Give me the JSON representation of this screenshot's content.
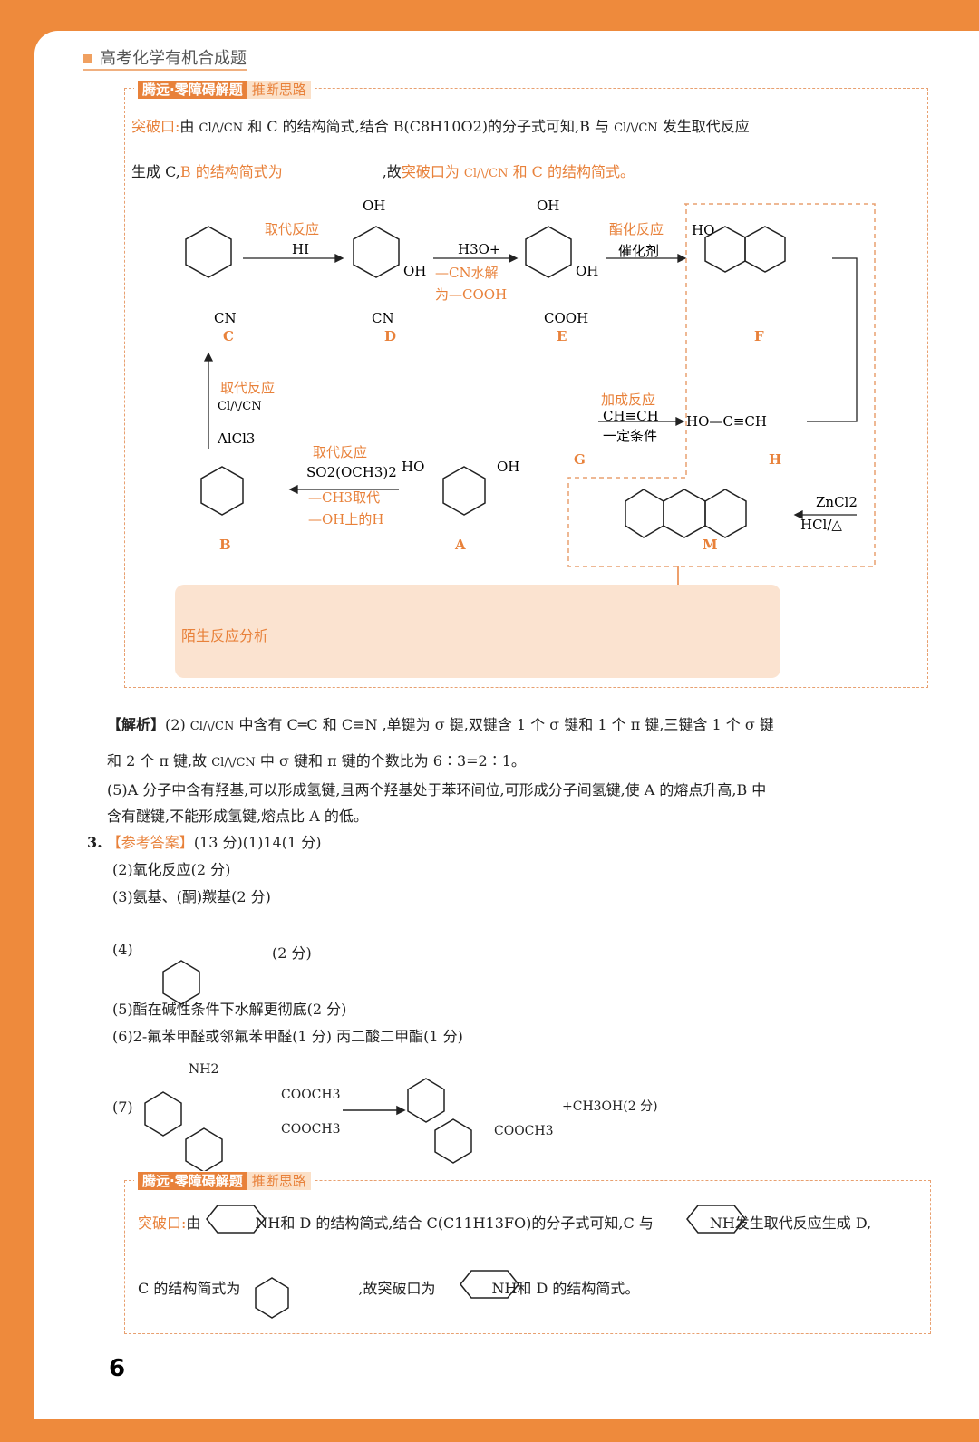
{
  "header": {
    "title": "高考化学有机合成题"
  },
  "tag": {
    "brand": "腾远·零障碍解题",
    "label": "推断思路"
  },
  "section1": {
    "line1_prefix": "突破口:",
    "line1_a": "由",
    "reagent": "Cl/\\/CN",
    "line1_b": "和 C 的结构简式,结合 B(C8H10O2)的分子式可知,B 与",
    "line1_c": "发生取代反应",
    "line2_a": "生成 C,",
    "line2_b": "B 的结构简式为",
    "line2_c": ",故",
    "line2_d": "突破口为",
    "line2_e": "和 C 的结构简式。"
  },
  "scheme": {
    "steps": [
      {
        "name": "取代反应",
        "reagent": "HI"
      },
      {
        "name": "H3O+",
        "reagent": "—CN水解",
        "extra": "为—COOH"
      },
      {
        "name": "酯化反应",
        "reagent": "催化剂"
      },
      {
        "name": "取代反应",
        "reagent": "Cl/\\/CN",
        "extra": "AlCl3"
      },
      {
        "name": "取代反应",
        "reagent": "SO2(OCH3)2",
        "extra": "—CH3取代",
        "extra2": "—OH上的H"
      },
      {
        "name": "加成反应",
        "reagent": "CH≡CH",
        "extra": "一定条件"
      },
      {
        "name": "ZnCl2",
        "reagent": "HCl/△"
      }
    ],
    "compounds": [
      "A",
      "B",
      "C",
      "D",
      "E",
      "F",
      "G",
      "H",
      "M"
    ],
    "groups": {
      "oh": "OH",
      "ho": "HO",
      "cn": "CN",
      "cooh": "COOH",
      "h_alkyne": "HO—C≡CH"
    },
    "unfamiliar_label": "陌生反应分析"
  },
  "analysis": {
    "tag": "【解析】",
    "p2a": "(2)",
    "p2b": "中含有 C═C 和 C≡N ,单键为 σ 键,双键含 1 个 σ 键和 1 个 π 键,三键含 1 个 σ 键",
    "p2c": "和 2 个 π 键,故",
    "p2d": "中 σ 键和 π 键的个数比为 6∶3=2∶1。",
    "p5a": "(5)A 分子中含有羟基,可以形成氢键,且两个羟基处于苯环间位,可形成分子间氢键,使 A 的熔点升高,B 中",
    "p5b": "含有醚键,不能形成氢键,熔点比 A 的低。"
  },
  "answer3": {
    "num": "3.",
    "tag": "【参考答案】",
    "head": "(13 分)(1)14(1 分)",
    "a2": "(2)氧化反应(2 分)",
    "a3": "(3)氨基、(酮)羰基(2 分)",
    "a4": "(4)",
    "a4s": "(2 分)",
    "a5": "(5)酯在碱性条件下水解更彻底(2 分)",
    "a6": "(6)2-氟苯甲醛或邻氟苯甲醛(1 分)   丙二酸二甲酯(1 分)",
    "a7": "(7)",
    "a7_nh2": "NH2",
    "a7_cooch3": "COOCH3",
    "a7_prod": "+CH3OH(2 分)"
  },
  "section2": {
    "l1a": "突破口:",
    "l1b": "由",
    "l1c": "NH和 D 的结构简式,结合 C(C11H13FO)的分子式可知,C 与",
    "l1d": "NH发生取代反应生成 D,",
    "l2a": "C 的结构简式为",
    "l2b": ",故",
    "l2c": "突破口为",
    "l2d": "NH和 D 的结构简式。"
  },
  "page_number": "6"
}
